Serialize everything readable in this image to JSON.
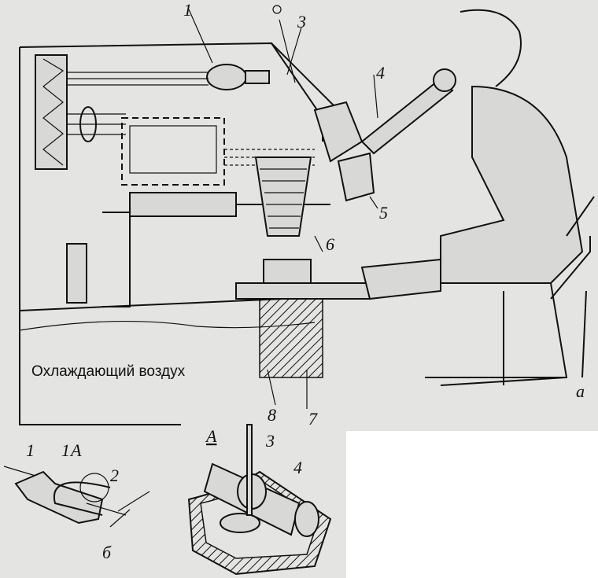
{
  "figure": {
    "main_labels": {
      "l1": "1",
      "l3": "3",
      "l4": "4",
      "l5": "5",
      "l6": "6",
      "l7": "7",
      "l8": "8",
      "panel_a": "а"
    },
    "cooling_air_caption": "Охлаждающий воздух",
    "detail_b": {
      "l1": "1",
      "l1A": "1",
      "lA": "A",
      "l2": "2",
      "panel_b": "б"
    },
    "detail_A": {
      "title": "A",
      "l3": "3",
      "l4": "4"
    }
  }
}
